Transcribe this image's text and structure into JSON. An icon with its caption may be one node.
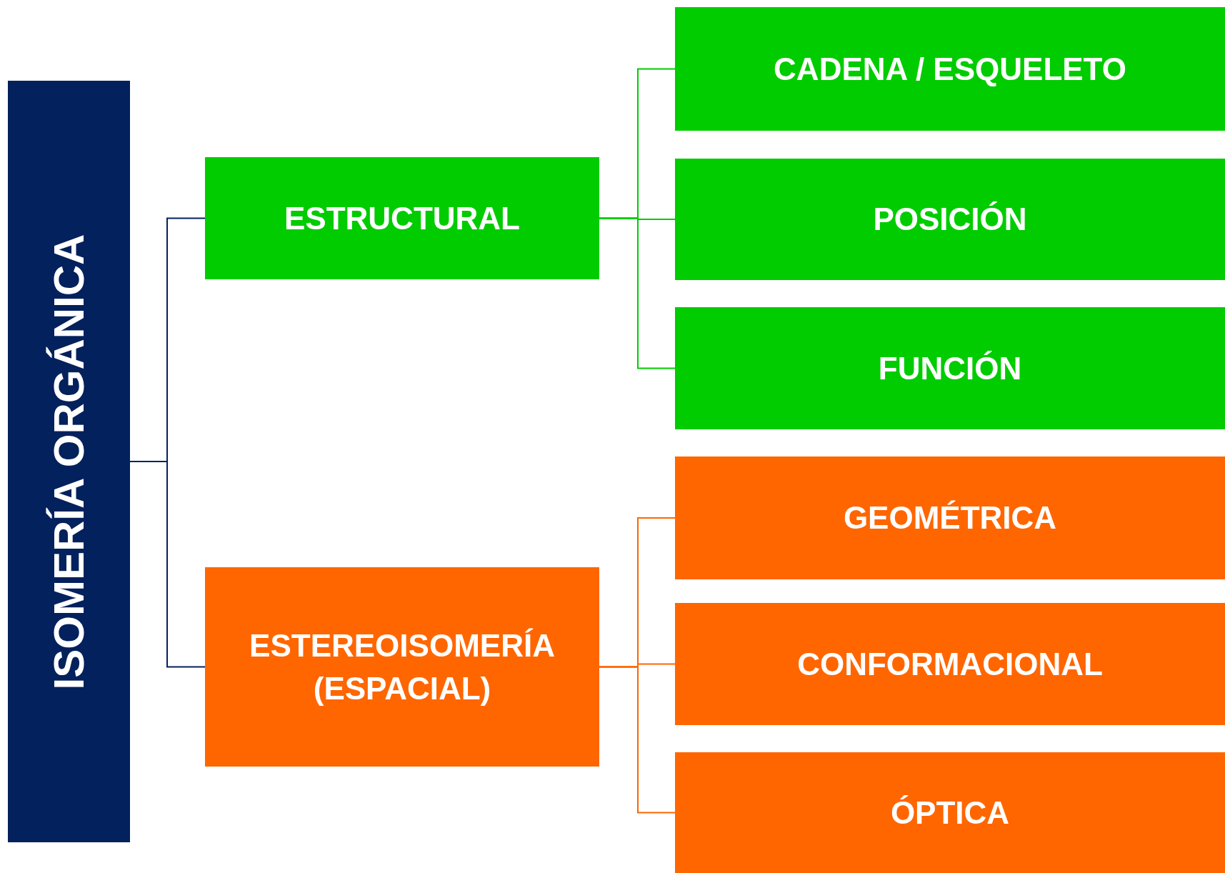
{
  "diagram": {
    "nodes": [
      {
        "text": [
          "ISOMERÍA ORGÁNICA"
        ]
      },
      {
        "text": [
          "ESTRUCTURAL"
        ]
      },
      {
        "text": [
          "ESTEREOISOMERÍA (ESPACIAL)"
        ]
      },
      {
        "text": [
          "CADENA / ESQUELETO"
        ]
      },
      {
        "text": [
          "POSICIÓN"
        ]
      },
      {
        "text": [
          "FUNCIÓN"
        ]
      },
      {
        "text": [
          "GEOMÉTRICA"
        ]
      },
      {
        "text": [
          "CONFORMACIONAL"
        ]
      },
      {
        "text": [
          "ÓPTICA"
        ]
      }
    ],
    "edges": [
      {
        "from": 0,
        "to": 1,
        "arrow": "none",
        "color": "#03215c"
      },
      {
        "from": 0,
        "to": 2,
        "arrow": "none",
        "color": "#03215c"
      },
      {
        "from": 1,
        "to": 3,
        "arrow": "none",
        "color": "#00cc00"
      },
      {
        "from": 1,
        "to": 4,
        "arrow": "none",
        "color": "#00cc00"
      },
      {
        "from": 1,
        "to": 5,
        "arrow": "none",
        "color": "#00cc00"
      },
      {
        "from": 2,
        "to": 6,
        "arrow": "none",
        "color": "#ff6600"
      },
      {
        "from": 2,
        "to": 7,
        "arrow": "none",
        "color": "#ff6600"
      },
      {
        "from": 2,
        "to": 8,
        "arrow": "none",
        "color": "#ff6600"
      }
    ]
  }
}
